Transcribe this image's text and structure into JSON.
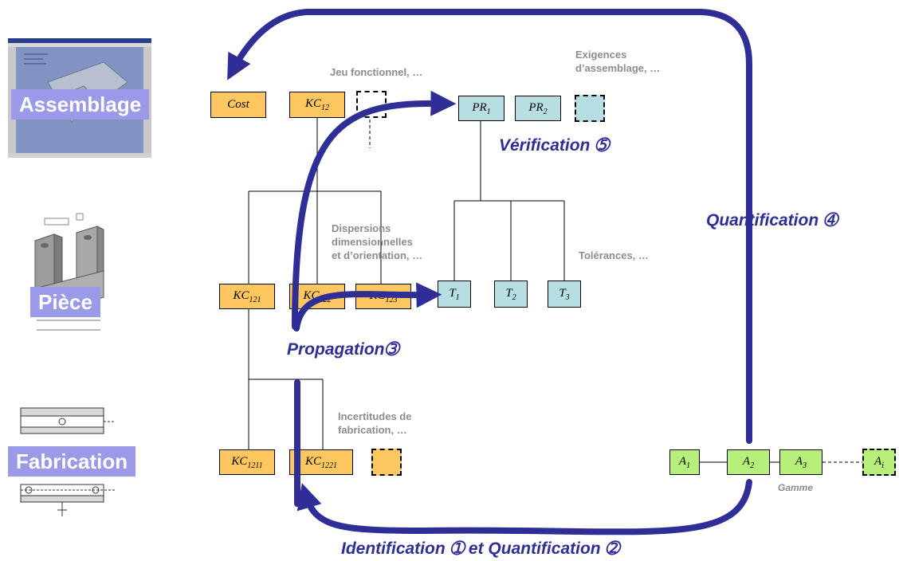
{
  "levels": {
    "assemblage": "Assemblage",
    "piece": "Pièce",
    "fabrication": "Fabrication"
  },
  "boxes": {
    "cost": "Cost",
    "kc12": {
      "base": "KC",
      "sub": "12"
    },
    "pr1": {
      "base": "PR",
      "sub": "1"
    },
    "pr2": {
      "base": "PR",
      "sub": "2"
    },
    "kc121": {
      "base": "KC",
      "sub": "121"
    },
    "kc122": {
      "base": "KC",
      "sub": "122"
    },
    "kc123": {
      "base": "KC",
      "sub": "123"
    },
    "t1": {
      "base": "T",
      "sub": "1"
    },
    "t2": {
      "base": "T",
      "sub": "2"
    },
    "t3": {
      "base": "T",
      "sub": "3"
    },
    "kc1211": {
      "base": "KC",
      "sub": "1211"
    },
    "kc1221": {
      "base": "KC",
      "sub": "1221"
    },
    "a1": {
      "base": "A",
      "sub": "1"
    },
    "a2": {
      "base": "A",
      "sub": "2"
    },
    "a3": {
      "base": "A",
      "sub": "3"
    },
    "ai": {
      "base": "A",
      "sub": "i"
    }
  },
  "notes": {
    "jeu": "Jeu fonctionnel, …",
    "exigences_1": "Exigences",
    "exigences_2": "d’assemblage, …",
    "dispersions_1": "Dispersions",
    "dispersions_2": "dimensionnelles",
    "dispersions_3": "et d’orientation, …",
    "tolerances": "Tolérances, …",
    "incertitudes_1": "Incertitudes de",
    "incertitudes_2": "fabrication, …",
    "gamme": "Gamme"
  },
  "steps": {
    "verification": "Vérification ➄",
    "quantification4": "Quantification ➃",
    "propagation": "Propagation➂",
    "identification": "Identification ➀ et Quantification ➁"
  },
  "colors": {
    "arrow": "#2E2E96",
    "orange": "#FFC760",
    "cyan": "#B7DEE3",
    "green": "#B6F07A",
    "level_label_bg": "#9A9AE8",
    "note_gray": "#8c8c8c"
  }
}
